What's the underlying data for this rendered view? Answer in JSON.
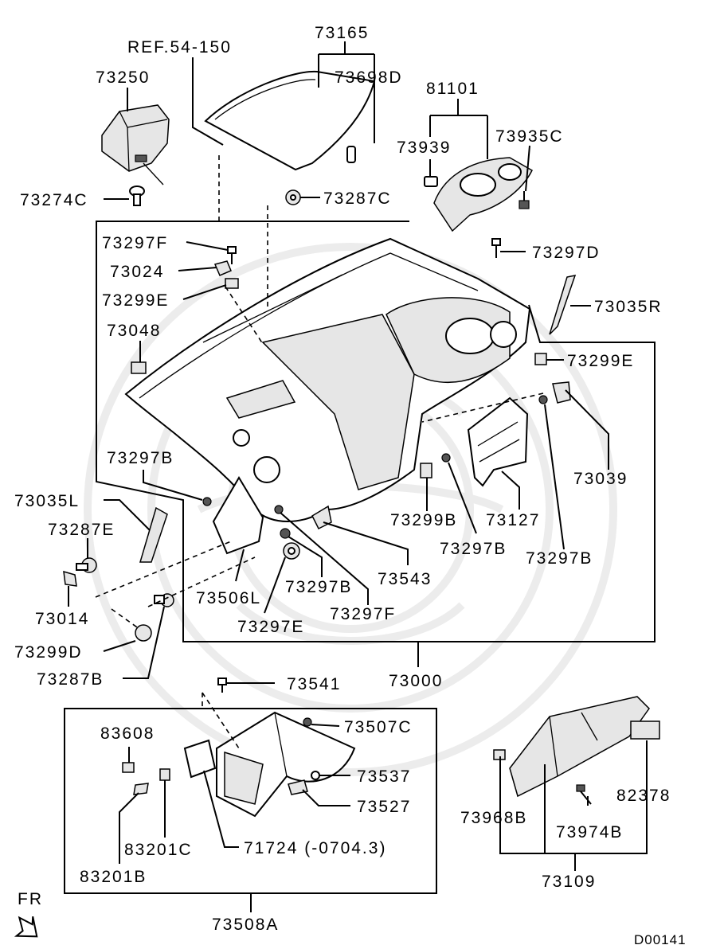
{
  "diagram_id": "D00141",
  "direction_label": "FR",
  "ref_label": "REF.54-150",
  "parts": {
    "p73165": "73165",
    "p73698D": "73698D",
    "p73250": "73250",
    "p73274C": "73274C",
    "p81101": "81101",
    "p73939": "73939",
    "p73935C": "73935C",
    "p73287C": "73287C",
    "p73297F_top": "73297F",
    "p73024": "73024",
    "p73299E_left": "73299E",
    "p73048": "73048",
    "p73297D": "73297D",
    "p73035R": "73035R",
    "p73299E_right": "73299E",
    "p73039": "73039",
    "p73297B_left": "73297B",
    "p73035L": "73035L",
    "p73287E": "73287E",
    "p73014": "73014",
    "p73299D": "73299D",
    "p73287B": "73287B",
    "p73506L": "73506L",
    "p73297E": "73297E",
    "p73297B_mid": "73297B",
    "p73297F_bottom": "73297F",
    "p73543": "73543",
    "p73299B": "73299B",
    "p73297B_c": "73297B",
    "p73127": "73127",
    "p73297B_r": "73297B",
    "p73000": "73000",
    "p73541": "73541",
    "p83608": "83608",
    "p73507C": "73507C",
    "p73537": "73537",
    "p73527": "73527",
    "p83201C": "83201C",
    "p71724": "71724 (-0704.3)",
    "p83201B": "83201B",
    "p73508A": "73508A",
    "p82378": "82378",
    "p73968B": "73968B",
    "p73974B": "73974B",
    "p73109": "73109"
  }
}
